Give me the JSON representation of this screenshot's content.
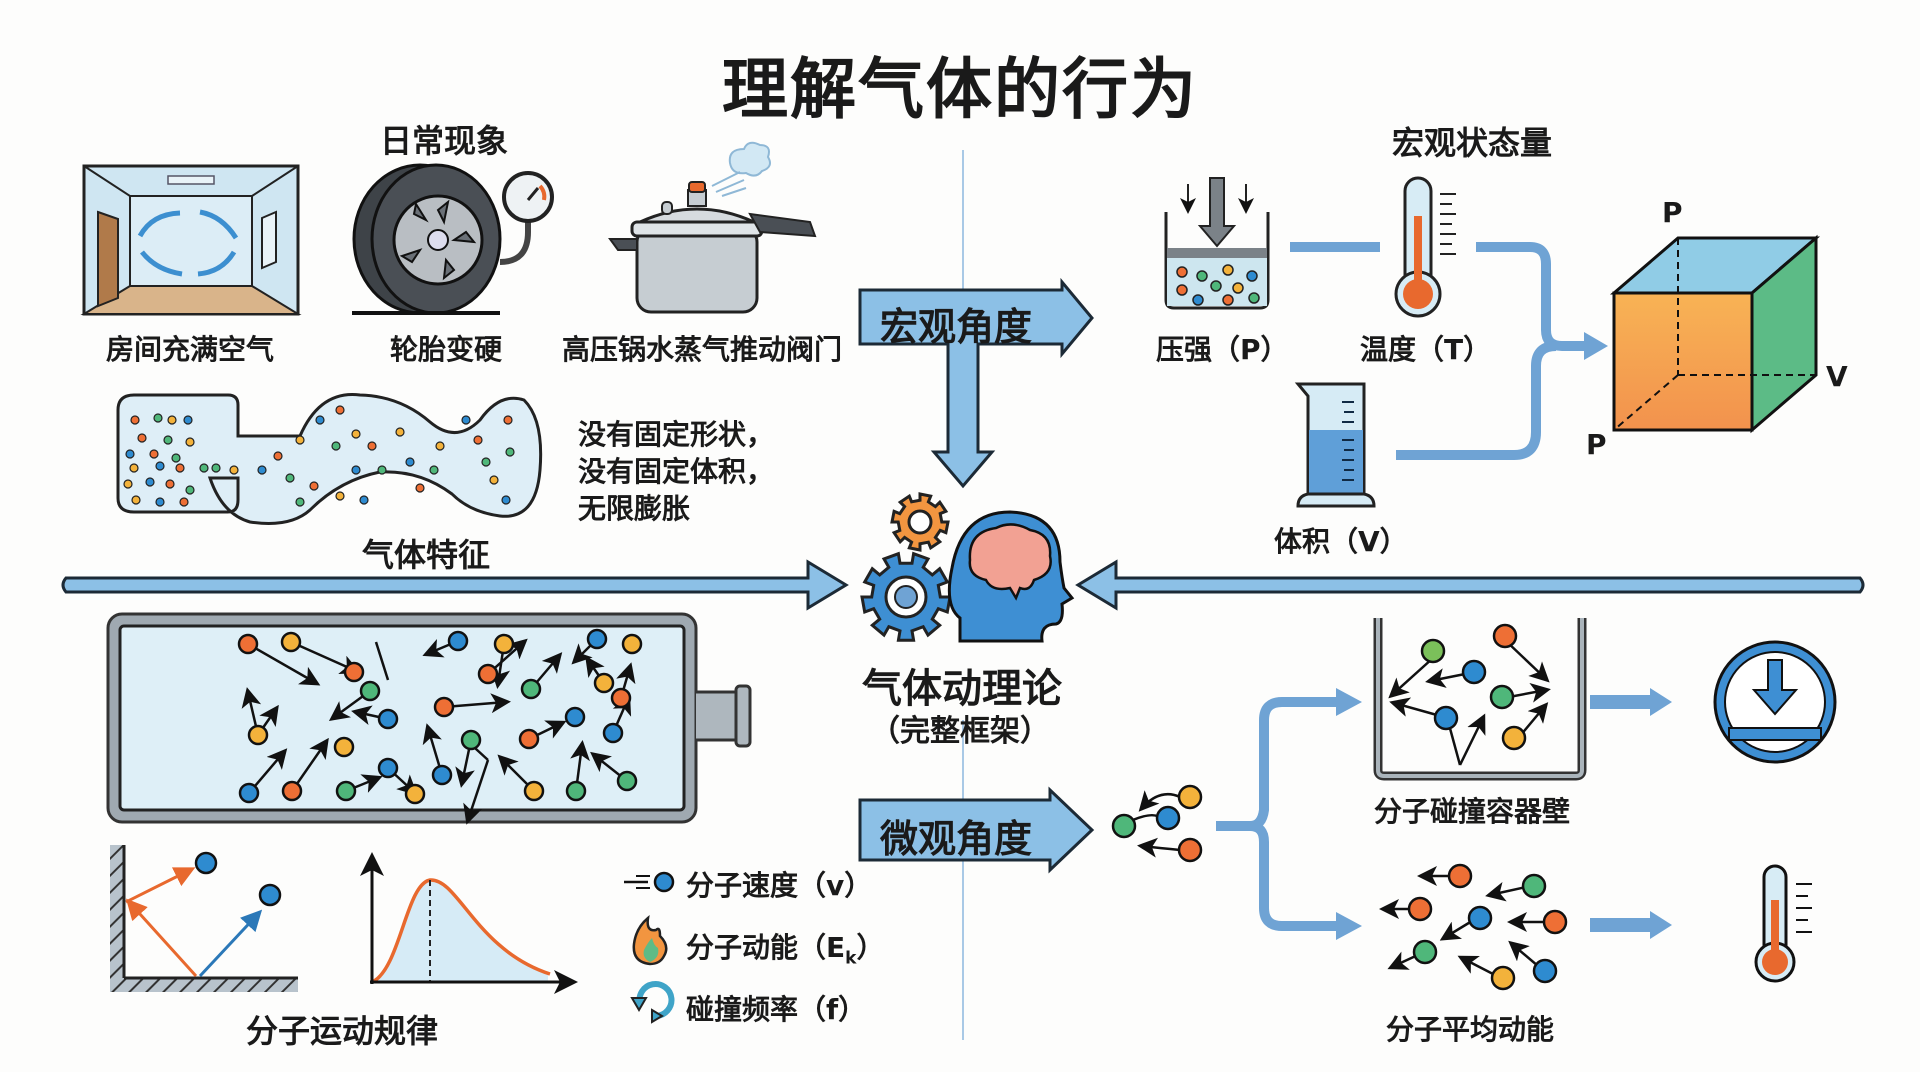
{
  "title": "理解气体的行为",
  "colors": {
    "arrow_blue": "#6fa3d4",
    "arrow_light": "#8cc0e6",
    "molecule_orange": "#ee6f35",
    "molecule_yellow": "#f3b23b",
    "molecule_blue": "#2e8bd0",
    "molecule_green": "#4fb77a",
    "container_fill": "#ddeef7",
    "divider": "#a9c9e6"
  },
  "everyday": {
    "heading": "日常现象",
    "items": [
      {
        "label": "房间充满空气",
        "icon": "room-airflow-icon"
      },
      {
        "label": "轮胎变硬",
        "icon": "tire-gauge-icon"
      },
      {
        "label": "高压锅水蒸气推动阀门",
        "icon": "pressure-cooker-icon"
      }
    ]
  },
  "gas_features": {
    "caption": "气体特征",
    "description": [
      "没有固定形状，",
      "没有固定体积，",
      "无限膨胀"
    ]
  },
  "macro": {
    "arrow_label": "宏观角度",
    "heading": "宏观状态量",
    "quantities": [
      {
        "label": "压强（P）",
        "icon": "piston-pressure-icon"
      },
      {
        "label": "温度（T）",
        "icon": "thermometer-icon"
      },
      {
        "label": "体积（V）",
        "icon": "beaker-icon"
      }
    ],
    "cube_labels": {
      "top": "P",
      "bottom_left": "P",
      "right": "V"
    }
  },
  "center": {
    "title": "气体动理论",
    "subtitle": "（完整框架）"
  },
  "micro": {
    "arrow_label": "微观角度",
    "motion_caption": "分子运动规律",
    "properties": [
      {
        "label": "分子速度（v）",
        "icon": "moving-molecule-icon"
      },
      {
        "label": "分子动能（E",
        "sub": "k",
        "close": "）",
        "icon": "flame-icon"
      },
      {
        "label": "碰撞频率（f）",
        "icon": "cycle-arrows-icon"
      }
    ],
    "wall_collision": {
      "caption": "分子碰撞容器壁",
      "result_icon": "pressure-down-icon"
    },
    "avg_kinetic": {
      "caption": "分子平均动能",
      "result_icon": "thermometer-icon"
    }
  }
}
